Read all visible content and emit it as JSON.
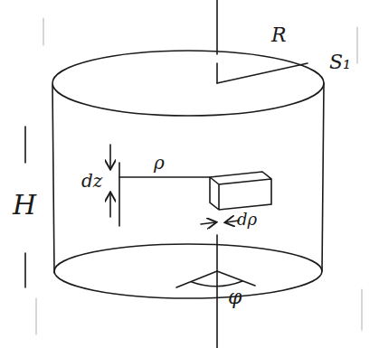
{
  "diagram": {
    "labels": [
      "R",
      "S₁",
      "H",
      "dz",
      "ρ",
      "dρ",
      "φ"
    ]
  }
}
